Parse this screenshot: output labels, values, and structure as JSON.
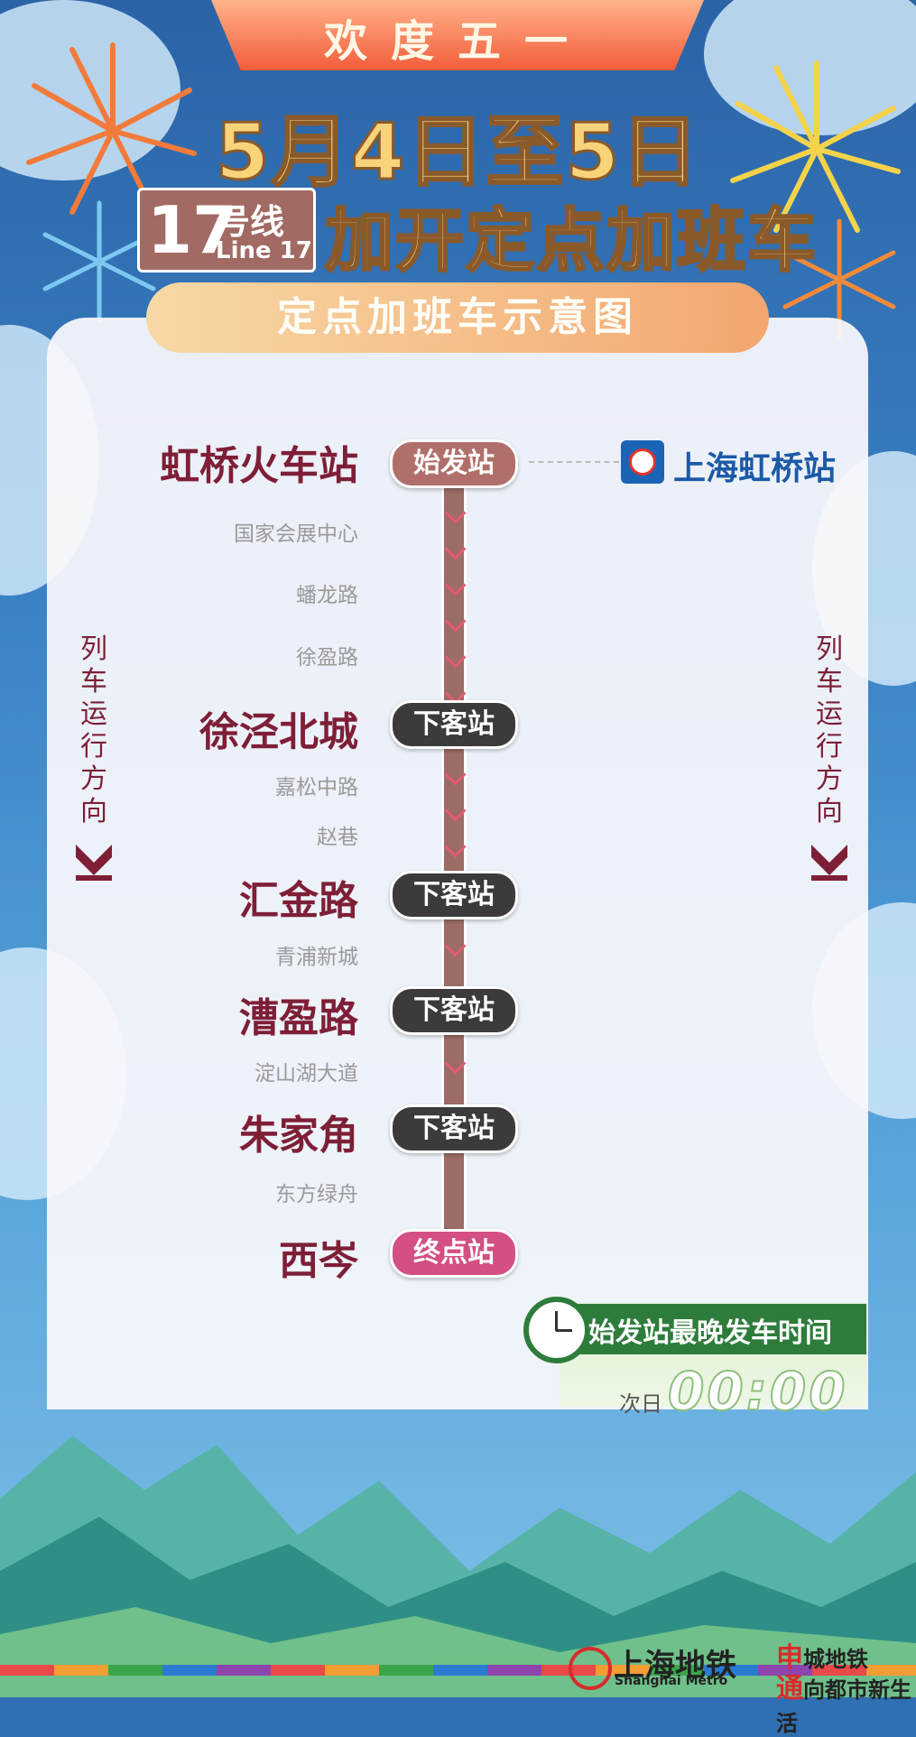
{
  "banner": "欢度五一",
  "headline": {
    "date": "5月4日至5日",
    "extra": "加开定点加班车"
  },
  "line_badge": {
    "number": "17",
    "suffix": "号线",
    "english": "Line 17"
  },
  "diagram_title": "定点加班车示意图",
  "transfer": {
    "name": "上海虹桥站",
    "icon": "railway-icon"
  },
  "direction_text": [
    "列",
    "车",
    "运",
    "行",
    "方",
    "向"
  ],
  "stations": {
    "hongqiao": {
      "name": "虹桥火车站",
      "tag": "始发站"
    },
    "m1": "国家会展中心",
    "m2": "蟠龙路",
    "m3": "徐盈路",
    "xujing": {
      "name": "徐泾北城",
      "tag": "下客站"
    },
    "m4": "嘉松中路",
    "m5": "赵巷",
    "huijin": {
      "name": "汇金路",
      "tag": "下客站"
    },
    "m6": "青浦新城",
    "caoying": {
      "name": "漕盈路",
      "tag": "下客站"
    },
    "m7": "淀山湖大道",
    "zhujiajiao": {
      "name": "朱家角",
      "tag": "下客站"
    },
    "m8": "东方绿舟",
    "xicen": {
      "name": "西岑",
      "tag": "终点站"
    }
  },
  "last_train": {
    "label": "始发站最晚发车时间",
    "prefix": "次日",
    "time": "00:00"
  },
  "footer": {
    "metro_cn": "上海地铁",
    "metro_en": "Shanghai Metro",
    "slogan1_red": "申",
    "slogan1": "城地铁",
    "slogan2_red": "通",
    "slogan2": "向都市新生活"
  },
  "colors": {
    "accent": "#7e1f37",
    "track": "#9c6c66",
    "alight_tag": "#3c3a3b",
    "terminal_tag": "#d34f84"
  }
}
